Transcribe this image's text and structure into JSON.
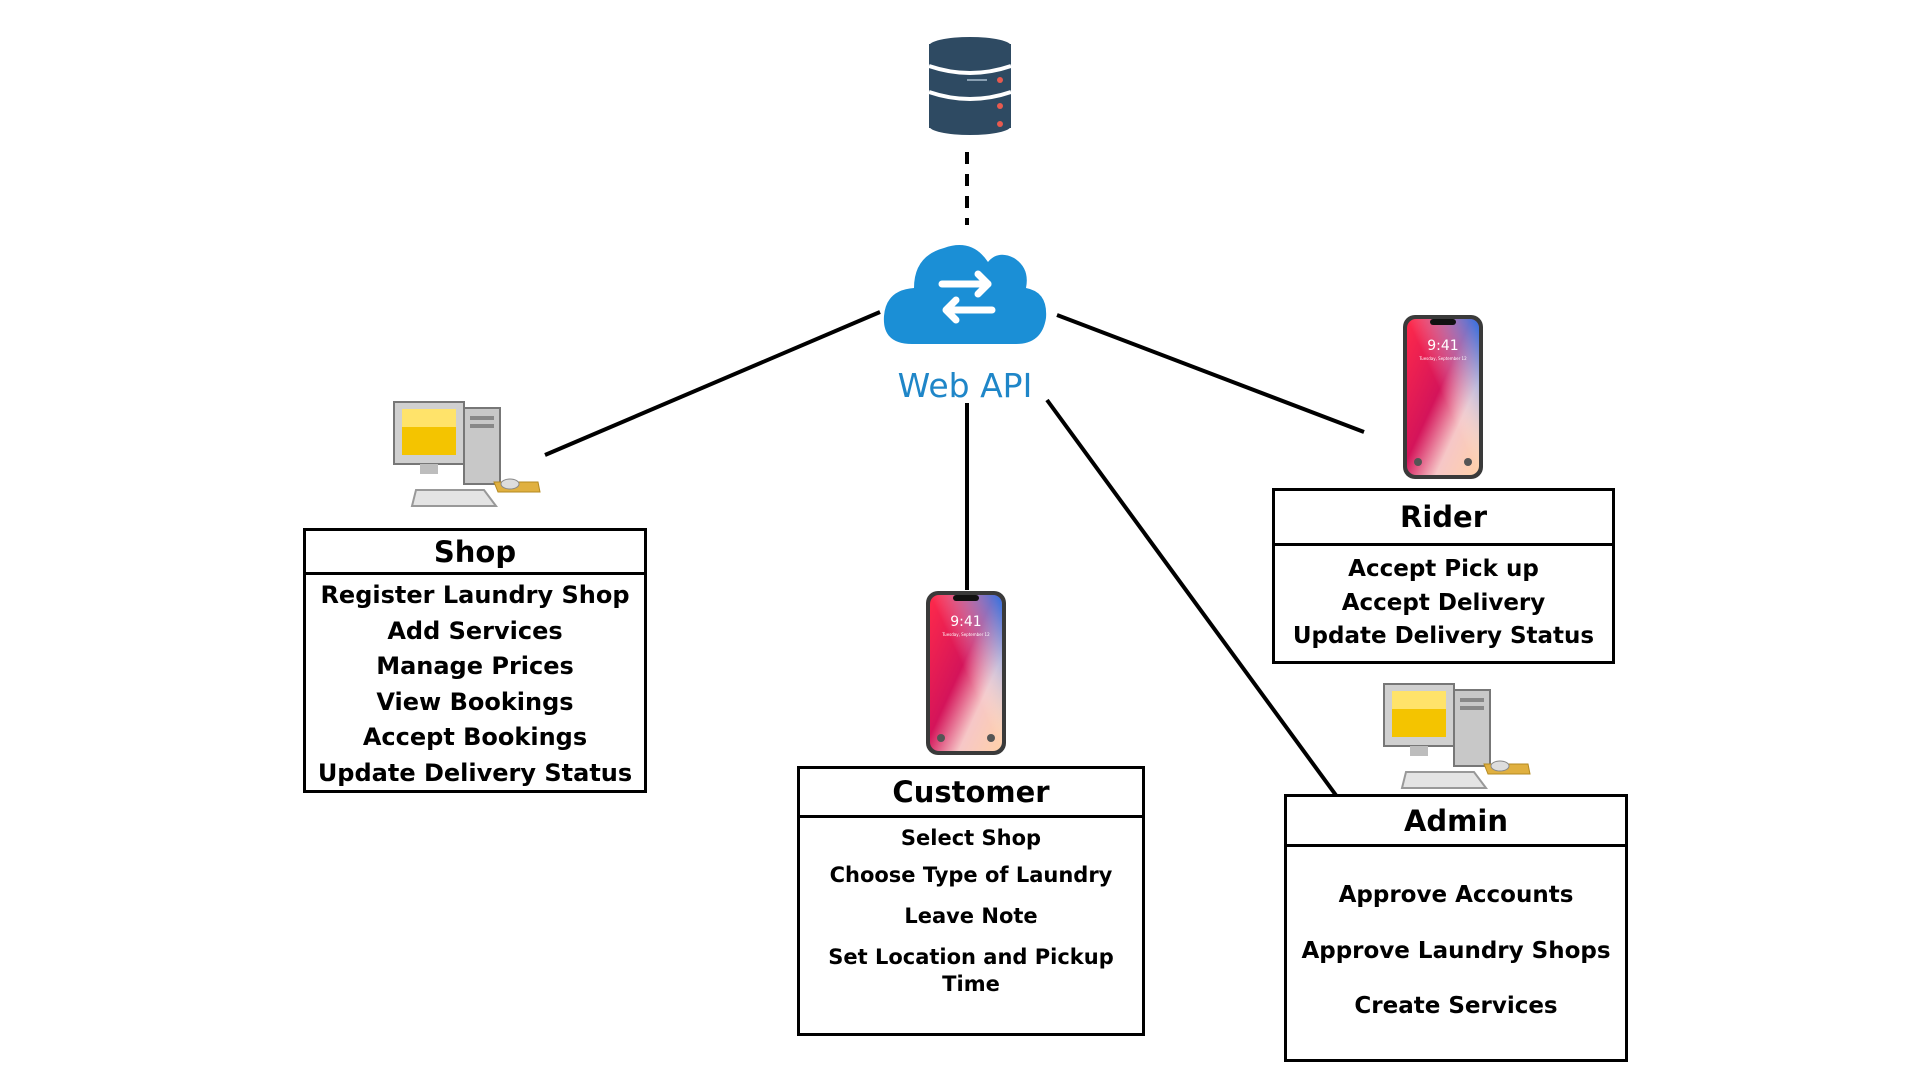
{
  "api": {
    "label": "Web API",
    "color": "#1b8fd6"
  },
  "database": {
    "icon": "database-icon",
    "color": "#2e4a62"
  },
  "nodes": {
    "shop": {
      "title": "Shop",
      "device": "desktop-computer-icon",
      "items": [
        "Register Laundry Shop",
        "Add Services",
        "Manage Prices",
        "View Bookings",
        "Accept Bookings",
        "Update Delivery Status"
      ]
    },
    "customer": {
      "title": "Customer",
      "device": "smartphone-icon",
      "items": [
        "Select Shop",
        "Choose Type of Laundry",
        "Leave  Note",
        "Set Location and Pickup",
        "Time"
      ]
    },
    "rider": {
      "title": "Rider",
      "device": "smartphone-icon",
      "items": [
        "Accept Pick up",
        "Accept Delivery",
        "Update Delivery Status"
      ]
    },
    "admin": {
      "title": "Admin",
      "device": "desktop-computer-icon",
      "items": [
        "Approve Accounts",
        "Approve Laundry Shops",
        "Create  Services"
      ]
    }
  },
  "phone": {
    "time": "9:41",
    "date": "Tuesday, September 12"
  }
}
